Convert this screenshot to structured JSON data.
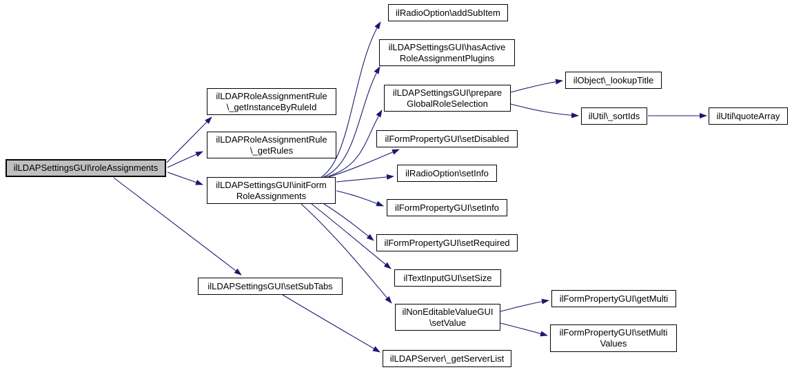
{
  "diagram": {
    "kind": "call-graph",
    "colors": {
      "edge": "#191970",
      "node_fill": "#ffffff",
      "node_border": "#000000",
      "root_fill": "#bfbfbf",
      "background": "#ffffff"
    },
    "nodes": {
      "roleAssignments": {
        "label": "ilLDAPSettingsGUI\\roleAssignments"
      },
      "getInstanceByRuleId": {
        "label": "ilLDAPRoleAssignmentRule \\_getInstanceByRuleId"
      },
      "getRules": {
        "label": "ilLDAPRoleAssignmentRule \\_getRules"
      },
      "initFormRoleAssignments": {
        "label": "ilLDAPSettingsGUI\\initForm RoleAssignments"
      },
      "setSubTabs": {
        "label": "ilLDAPSettingsGUI\\setSubTabs"
      },
      "addSubItem": {
        "label": "ilRadioOption\\addSubItem"
      },
      "hasActiveRoleAssignmentPlugins": {
        "label": "ilLDAPSettingsGUI\\hasActive RoleAssignmentPlugins"
      },
      "prepareGlobalRoleSelection": {
        "label": "ilLDAPSettingsGUI\\prepare GlobalRoleSelection"
      },
      "setDisabled": {
        "label": "ilFormPropertyGUI\\setDisabled"
      },
      "radioSetInfo": {
        "label": "ilRadioOption\\setInfo"
      },
      "formSetInfo": {
        "label": "ilFormPropertyGUI\\setInfo"
      },
      "setRequired": {
        "label": "ilFormPropertyGUI\\setRequired"
      },
      "setSize": {
        "label": "ilTextInputGUI\\setSize"
      },
      "setValue": {
        "label": "ilNonEditableValueGUI \\setValue"
      },
      "getServerList": {
        "label": "ilLDAPServer\\_getServerList"
      },
      "lookupTitle": {
        "label": "ilObject\\_lookupTitle"
      },
      "sortIds": {
        "label": "ilUtil\\_sortIds"
      },
      "quoteArray": {
        "label": "ilUtil\\quoteArray"
      },
      "getMulti": {
        "label": "ilFormPropertyGUI\\getMulti"
      },
      "setMultiValues": {
        "label": "ilFormPropertyGUI\\setMulti Values"
      }
    },
    "edges": [
      {
        "from": "roleAssignments",
        "to": "getInstanceByRuleId"
      },
      {
        "from": "roleAssignments",
        "to": "getRules"
      },
      {
        "from": "roleAssignments",
        "to": "initFormRoleAssignments"
      },
      {
        "from": "roleAssignments",
        "to": "setSubTabs"
      },
      {
        "from": "initFormRoleAssignments",
        "to": "addSubItem"
      },
      {
        "from": "initFormRoleAssignments",
        "to": "hasActiveRoleAssignmentPlugins"
      },
      {
        "from": "initFormRoleAssignments",
        "to": "prepareGlobalRoleSelection"
      },
      {
        "from": "initFormRoleAssignments",
        "to": "setDisabled"
      },
      {
        "from": "initFormRoleAssignments",
        "to": "radioSetInfo"
      },
      {
        "from": "initFormRoleAssignments",
        "to": "formSetInfo"
      },
      {
        "from": "initFormRoleAssignments",
        "to": "setRequired"
      },
      {
        "from": "initFormRoleAssignments",
        "to": "setSize"
      },
      {
        "from": "initFormRoleAssignments",
        "to": "setValue"
      },
      {
        "from": "setSubTabs",
        "to": "getServerList"
      },
      {
        "from": "prepareGlobalRoleSelection",
        "to": "lookupTitle"
      },
      {
        "from": "prepareGlobalRoleSelection",
        "to": "sortIds"
      },
      {
        "from": "sortIds",
        "to": "quoteArray"
      },
      {
        "from": "setValue",
        "to": "getMulti"
      },
      {
        "from": "setValue",
        "to": "setMultiValues"
      }
    ]
  }
}
